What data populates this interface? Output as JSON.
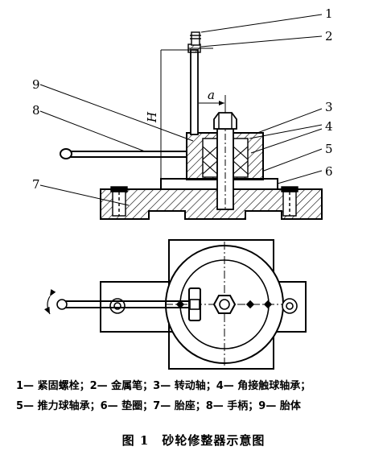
{
  "labels": {
    "n1": "1",
    "n2": "2",
    "n3": "3",
    "n4": "4",
    "n5": "5",
    "n6": "6",
    "n7": "7",
    "n8": "8",
    "n9": "9",
    "dim_h": "H",
    "dim_a": "a"
  },
  "legend": {
    "line1": "1— 紧固螺栓；2— 金属笔；3— 转动轴；4— 角接触球轴承；",
    "line2": "5— 推力球轴承；6— 垫圈；7— 胎座；8— 手柄；9— 胎体"
  },
  "caption": "图 1　砂轮修整器示意图"
}
